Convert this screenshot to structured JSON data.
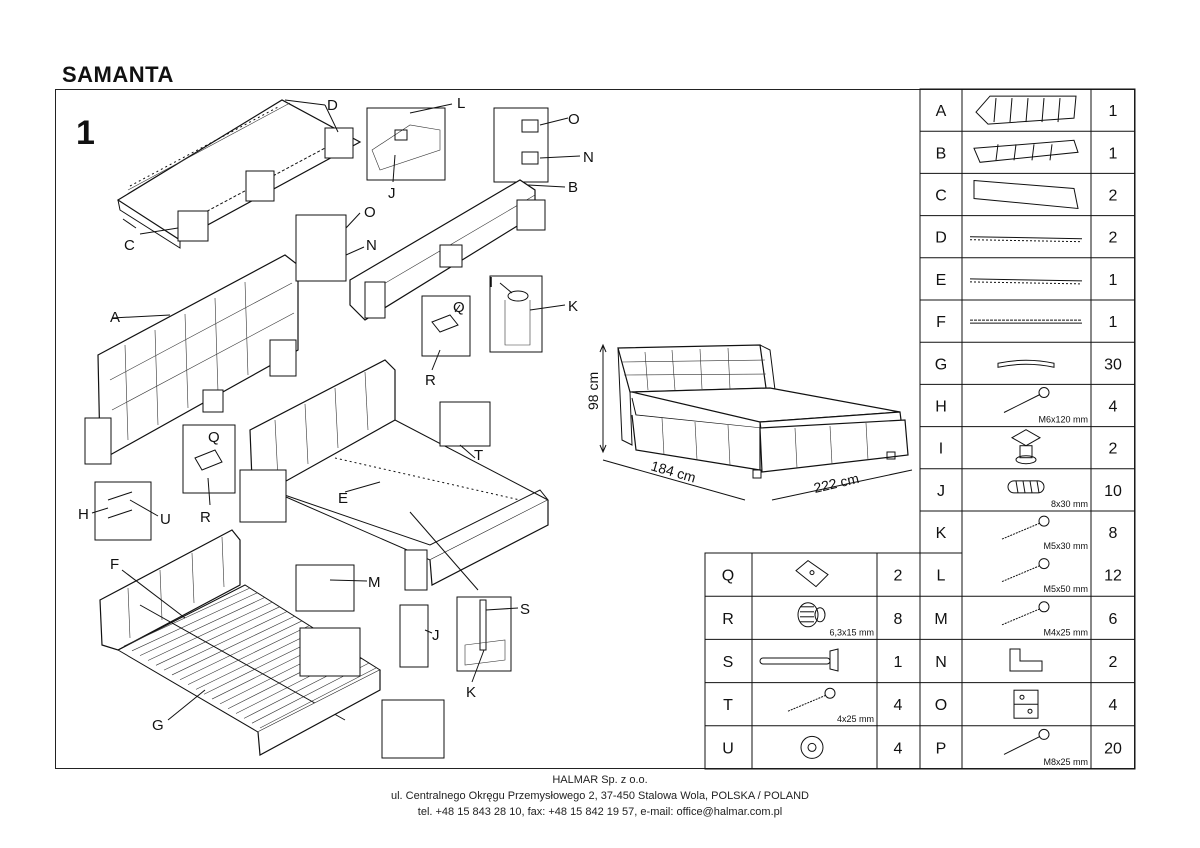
{
  "title": "SAMANTA",
  "step_number": "1",
  "callouts": {
    "A": "A",
    "C": "C",
    "D": "D",
    "L": "L",
    "J": "J",
    "O": "O",
    "N": "N",
    "B": "B",
    "I": "I",
    "K": "K",
    "Q": "Q",
    "R": "R",
    "T": "T",
    "E": "E",
    "H": "H",
    "U": "U",
    "F": "F",
    "M": "M",
    "S": "S",
    "G": "G"
  },
  "dimensions": {
    "height": "98 cm",
    "width": "184 cm",
    "length": "222 cm"
  },
  "parts_right": [
    {
      "letter": "A",
      "qty": "1",
      "size": "",
      "icon": "headboard-icon"
    },
    {
      "letter": "B",
      "qty": "1",
      "size": "",
      "icon": "footboard-icon"
    },
    {
      "letter": "C",
      "qty": "2",
      "size": "",
      "icon": "side-rail-icon"
    },
    {
      "letter": "D",
      "qty": "2",
      "size": "",
      "icon": "slat-support-icon"
    },
    {
      "letter": "E",
      "qty": "1",
      "size": "",
      "icon": "center-beam-icon"
    },
    {
      "letter": "F",
      "qty": "1",
      "size": "",
      "icon": "center-bar-icon"
    },
    {
      "letter": "G",
      "qty": "30",
      "size": "",
      "icon": "slat-icon"
    },
    {
      "letter": "H",
      "qty": "4",
      "size": "M6x120 mm",
      "icon": "bolt-icon"
    },
    {
      "letter": "I",
      "qty": "2",
      "size": "",
      "icon": "adjustable-foot-icon"
    },
    {
      "letter": "J",
      "qty": "10",
      "size": "8x30 mm",
      "icon": "dowel-icon"
    },
    {
      "letter": "K",
      "qty": "8",
      "size": "M5x30 mm",
      "icon": "screw-icon"
    },
    {
      "letter": "L",
      "qty": "12",
      "size": "M5x50 mm",
      "icon": "screw-icon"
    },
    {
      "letter": "M",
      "qty": "6",
      "size": "M4x25 mm",
      "icon": "screw-icon"
    },
    {
      "letter": "N",
      "qty": "2",
      "size": "",
      "icon": "bracket-icon"
    },
    {
      "letter": "O",
      "qty": "4",
      "size": "",
      "icon": "connector-icon"
    },
    {
      "letter": "P",
      "qty": "20",
      "size": "M8x25 mm",
      "icon": "bolt-icon"
    }
  ],
  "parts_left": [
    {
      "letter": "Q",
      "qty": "2",
      "size": "",
      "icon": "corner-bracket-icon"
    },
    {
      "letter": "R",
      "qty": "8",
      "size": "6,3x15 mm",
      "icon": "sleeve-nut-icon"
    },
    {
      "letter": "S",
      "qty": "1",
      "size": "",
      "icon": "support-leg-icon"
    },
    {
      "letter": "T",
      "qty": "4",
      "size": "4x25 mm",
      "icon": "wood-screw-icon"
    },
    {
      "letter": "U",
      "qty": "4",
      "size": "",
      "icon": "washer-icon"
    }
  ],
  "footer": {
    "company": "HALMAR Sp. z o.o.",
    "address": "ul. Centralnego Okręgu Przemysłowego 2, 37-450 Stalowa Wola, POLSKA / POLAND",
    "contact": "tel. +48 15 843 28 10, fax: +48 15 842 19 57, e-mail: office@halmar.com.pl"
  }
}
